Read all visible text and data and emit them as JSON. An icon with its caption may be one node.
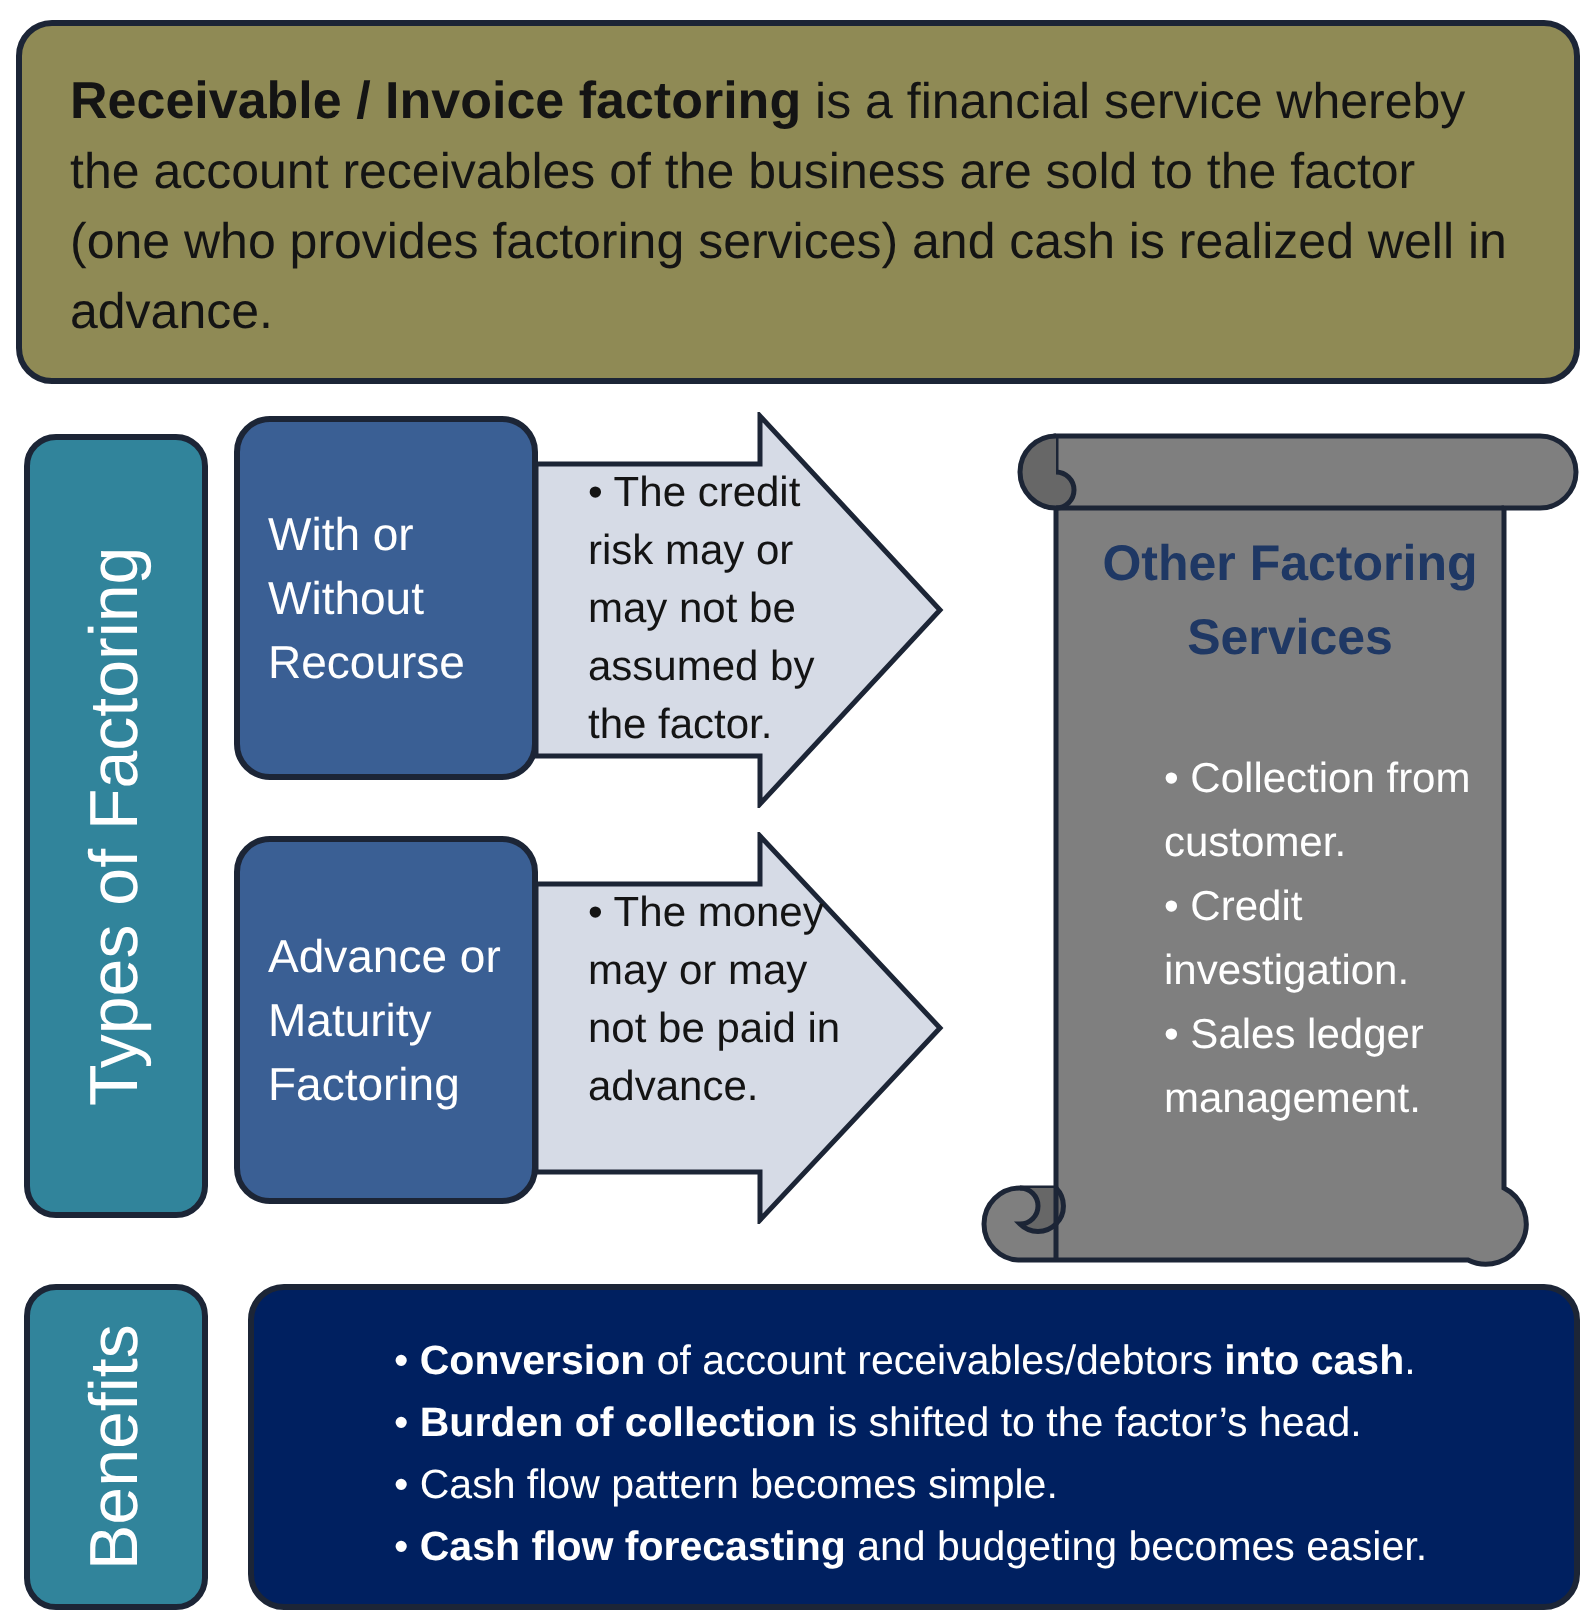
{
  "diagram": {
    "nodes": [
      {
        "text": [
          "**Receivable / Invoice factoring** is a financial service whereby the account receivables of the business are sold to the factor (one who provides factoring services) and cash is realized well in advance."
        ]
      },
      {
        "text": [
          "Types of Factoring"
        ]
      },
      {
        "text": [
          "With or Without Recourse"
        ]
      },
      {
        "text": [
          "• The credit risk may or may not be assumed by the factor."
        ]
      },
      {
        "text": [
          "Advance or Maturity Factoring"
        ]
      },
      {
        "text": [
          "• The money may or may not be paid in advance."
        ]
      },
      {
        "text": [
          "Other Factoring Services",
          "• Collection from customer.",
          "• Credit investigation.",
          "• Sales ledger management."
        ]
      },
      {
        "text": [
          "Benefits"
        ]
      },
      {
        "text": [
          "• **Conversion** of account receivables/debtors **into cash**.",
          "• **Burden of collection** is shifted to the factor’s head.",
          "• Cash flow pattern becomes simple.",
          "• **Cash flow forecasting** and budgeting becomes easier."
        ]
      }
    ]
  }
}
